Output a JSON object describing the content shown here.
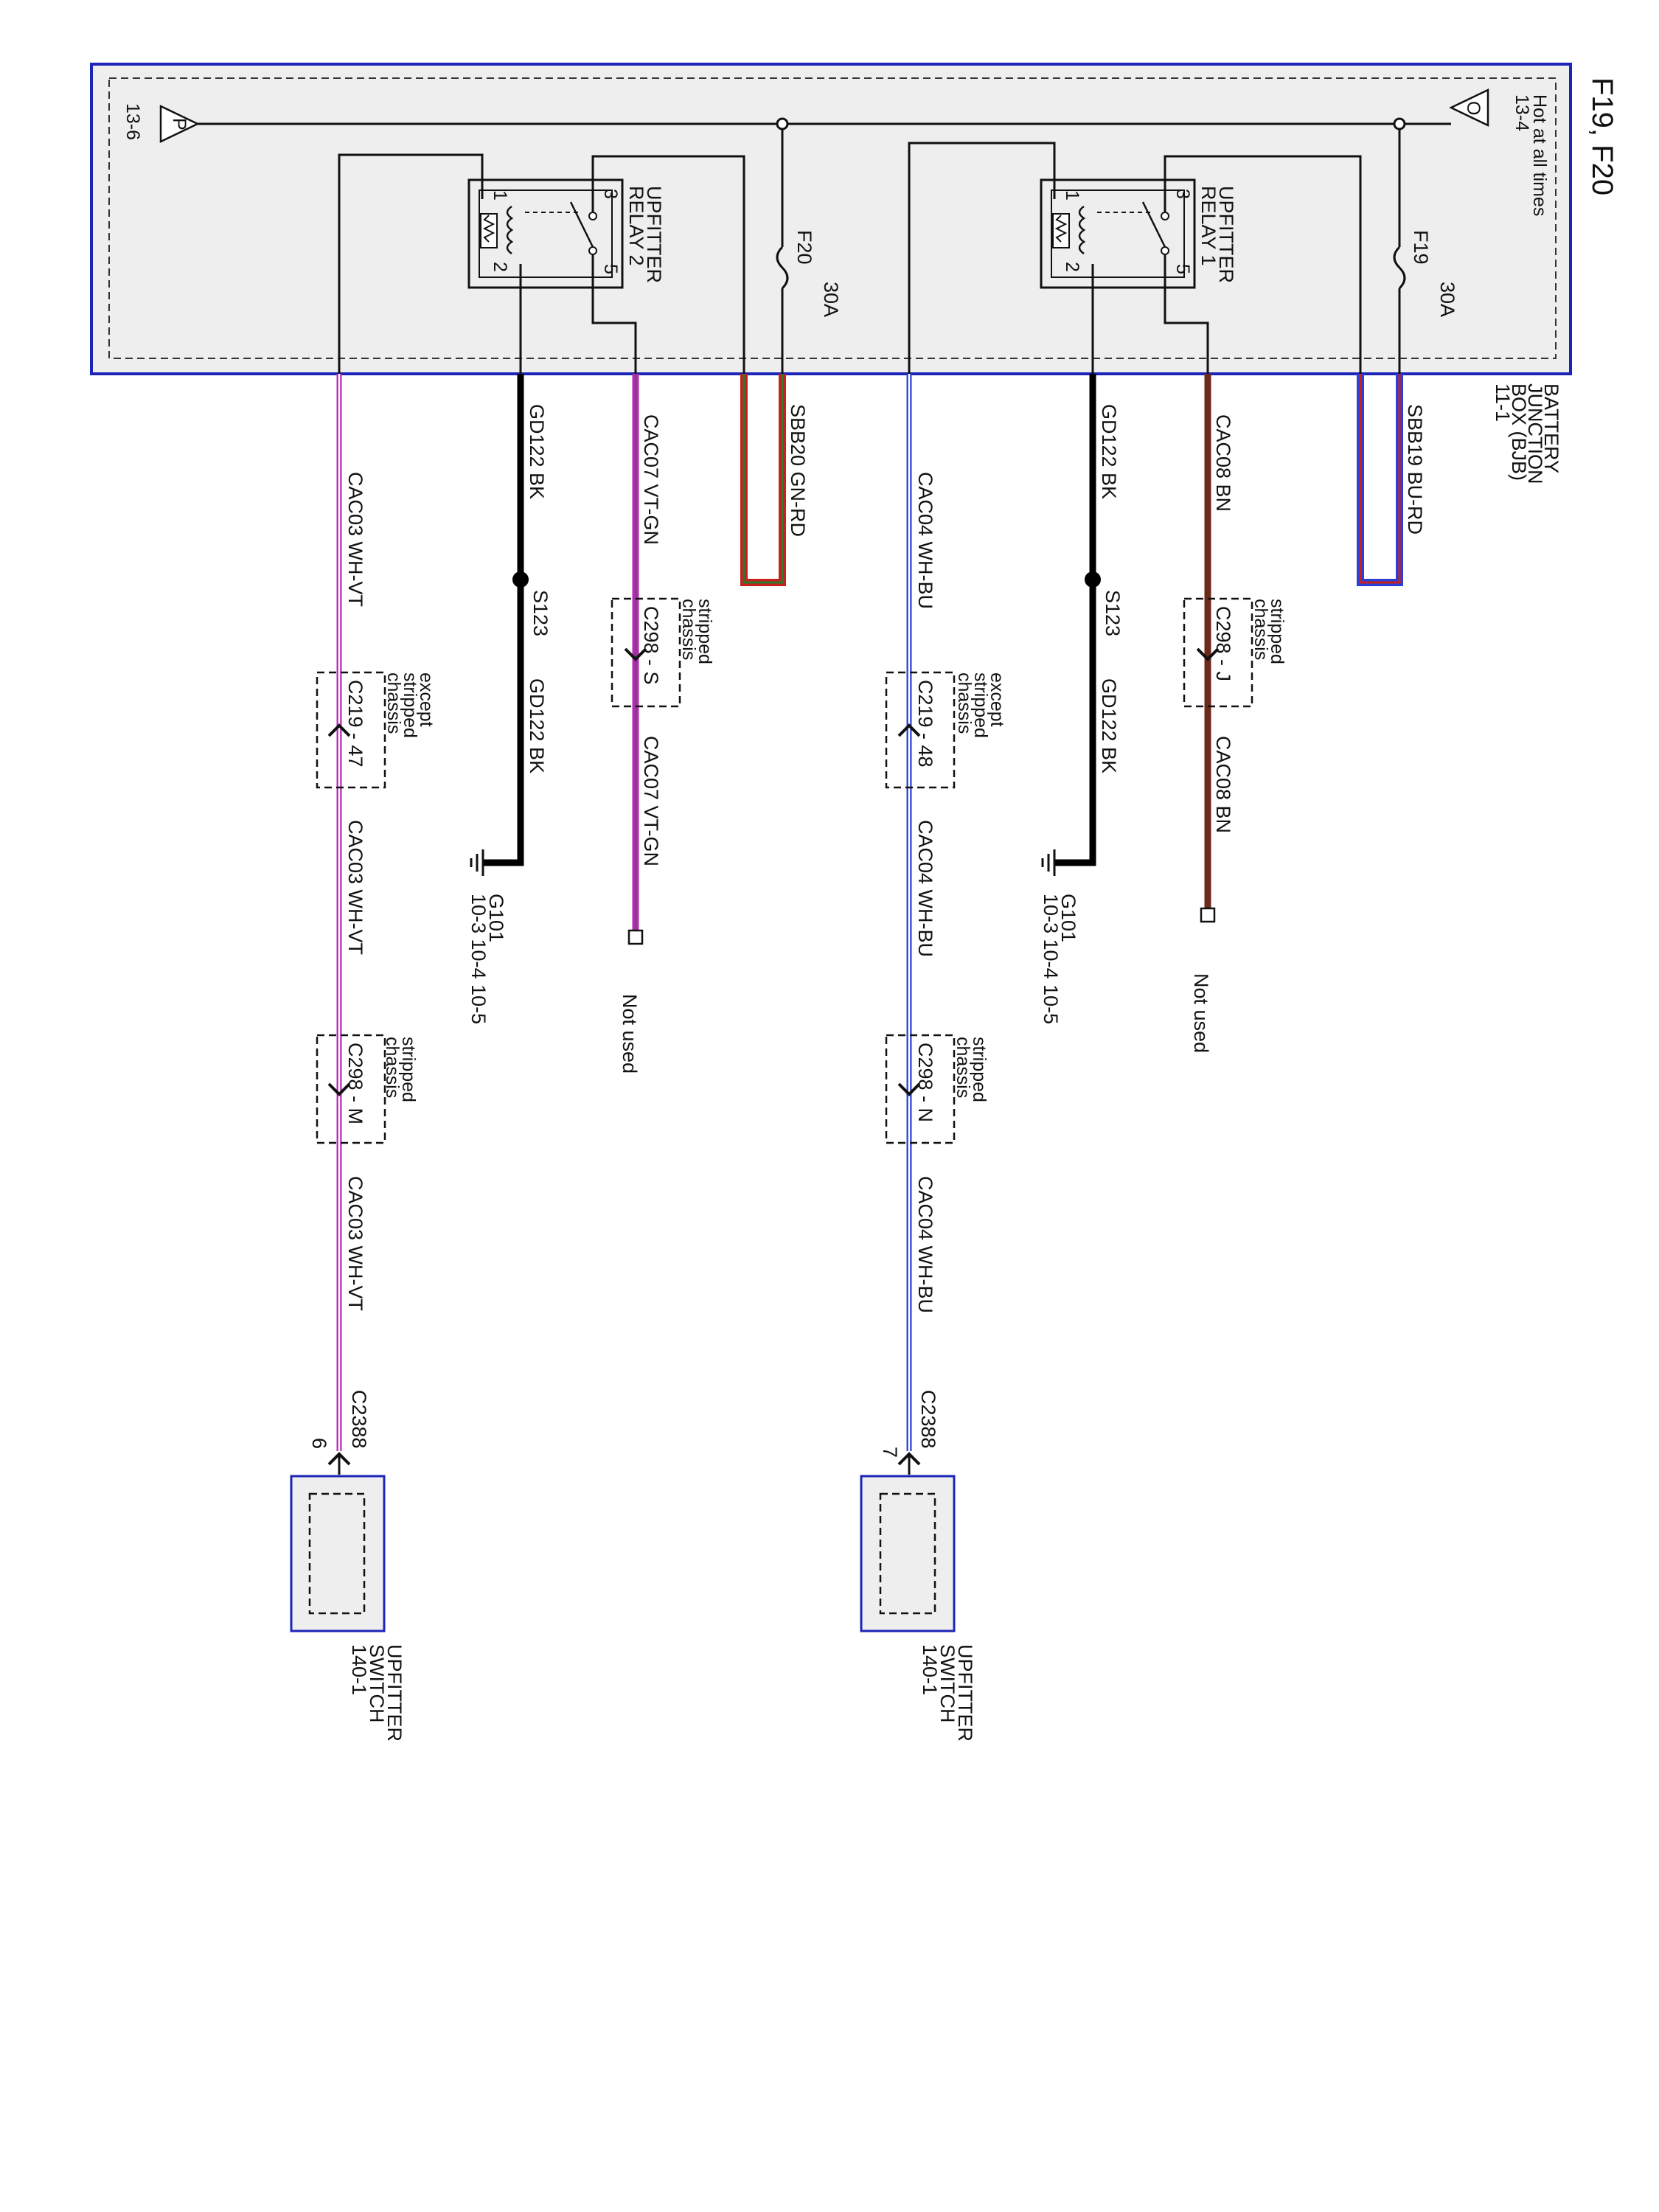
{
  "title": "F19, F20",
  "bjb": {
    "name_lines": [
      "BATTERY",
      "JUNCTION",
      "BOX (BJB)",
      "11-1"
    ],
    "hot_lines": [
      "Hot at all times",
      "13-4"
    ],
    "hot_symbol": "O",
    "pwr_symbol": "P",
    "pwr_ref": "13-6",
    "relay1": {
      "lines": [
        "UPFITTER",
        "RELAY 1"
      ],
      "pins": [
        "1",
        "2",
        "3",
        "5"
      ]
    },
    "relay2": {
      "lines": [
        "UPFITTER",
        "RELAY 2"
      ],
      "pins": [
        "1",
        "2",
        "3",
        "5"
      ]
    },
    "fuse1": {
      "name": "F19",
      "rating": "30A"
    },
    "fuse2": {
      "name": "F20",
      "rating": "30A"
    }
  },
  "wires": {
    "sbb19": "SBB19   BU-RD",
    "sbb20": "SBB20   GN-RD",
    "cac08": "CAC08   BN",
    "cac07": "CAC07   VT-GN",
    "gd122": "GD122   BK",
    "cac04": "CAC04   WH-BU",
    "cac03": "CAC03   WH-VT"
  },
  "splice": "S123",
  "ground": {
    "name": "G101",
    "refs": "10-3   10-4   10-5"
  },
  "connectors": {
    "c298_j": "C298 - J",
    "c298_s": "C298 - S",
    "c298_n": "C298 - N",
    "c298_m": "C298 - M",
    "c219_48": "C219 - 48",
    "c219_47": "C219 - 47",
    "c2388": "C2388",
    "pin7": "7",
    "pin6": "6"
  },
  "notes": {
    "stripped": [
      "stripped",
      "chassis"
    ],
    "except": [
      "except",
      "stripped",
      "chassis"
    ],
    "not_used": "Not used"
  },
  "switch": {
    "lines": [
      "UPFITTER",
      "SWITCH",
      "140-1"
    ]
  },
  "colors": {
    "box_border": "#1c25b8",
    "box_fill": "#eeeeee",
    "wire_blue": "#2b3fd6",
    "wire_red": "#c8201c",
    "wire_green": "#2c7a2c",
    "wire_brown": "#6b2a1a",
    "wire_violet": "#b42ab4",
    "wire_black": "#000000",
    "wire_white": "#ffffff"
  }
}
